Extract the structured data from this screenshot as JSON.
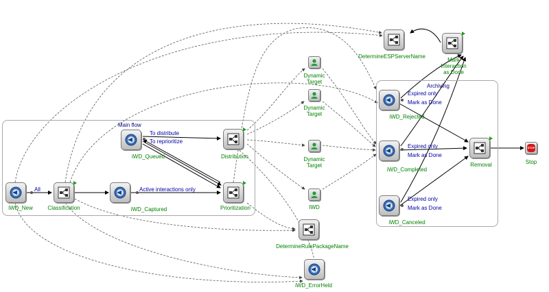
{
  "groups": {
    "main_flow": "Main flow",
    "archiving": "Archiving"
  },
  "nodes": {
    "iwd_new": {
      "label": "iWD_New",
      "icon": "queue-icon"
    },
    "classification": {
      "label": "Classification",
      "icon": "strategy-icon"
    },
    "iwd_captured": {
      "label": "iWD_Captured",
      "icon": "queue-icon"
    },
    "iwd_queued": {
      "label": "iWD_Queued",
      "icon": "queue-icon"
    },
    "distribution": {
      "label": "Distribution",
      "icon": "strategy-icon"
    },
    "prioritization": {
      "label": "Prioritization",
      "icon": "strategy-icon"
    },
    "dyn_target_1": {
      "label": "Dynamic\nTarget",
      "icon": "target-icon"
    },
    "dyn_target_2": {
      "label": "Dynamic\nTarget",
      "icon": "target-icon"
    },
    "dyn_target_3": {
      "label": "Dynamic\nTarget",
      "icon": "target-icon"
    },
    "iwd_target": {
      "label": "IWD",
      "icon": "target-icon"
    },
    "determine_esp": {
      "label": "DetermineESPServerName",
      "icon": "strategy-icon"
    },
    "mark_done": {
      "label": "Mark\nInteraction\nas Done",
      "icon": "strategy-icon"
    },
    "iwd_rejected": {
      "label": "iWD_Rejected",
      "icon": "queue-icon"
    },
    "iwd_completed": {
      "label": "iWD_Completed",
      "icon": "queue-icon"
    },
    "iwd_canceled": {
      "label": "iWD_Canceled",
      "icon": "queue-icon"
    },
    "removal": {
      "label": "Removal",
      "icon": "strategy-icon"
    },
    "stop": {
      "label": "Stop",
      "icon": "stop-icon"
    },
    "determine_rule": {
      "label": "DetermineRulePackageName",
      "icon": "strategy-icon"
    },
    "iwd_errorheld": {
      "label": "iWD_ErrorHeld",
      "icon": "queue-icon"
    }
  },
  "edge_labels": {
    "all": "All",
    "active_interactions_only": "Active interactions only",
    "to_distribute": "To distribute",
    "to_reprioritize": "To reprioritize",
    "expired_only_rejected": "Expired only",
    "mark_as_done_rejected": "Mark as Done",
    "expired_only_completed": "Expired only",
    "mark_as_done_completed": "Mark as Done",
    "expired_only_canceled": "Expired only",
    "mark_as_done_canceled": "Mark as Done"
  },
  "colors": {
    "node_label": "#008000",
    "edge_label": "#000080",
    "group_border": "#a8a8a8",
    "queue_blue": "#3b6fb6",
    "target_green": "#1f9d3a",
    "stop_red": "#d21a1a"
  }
}
